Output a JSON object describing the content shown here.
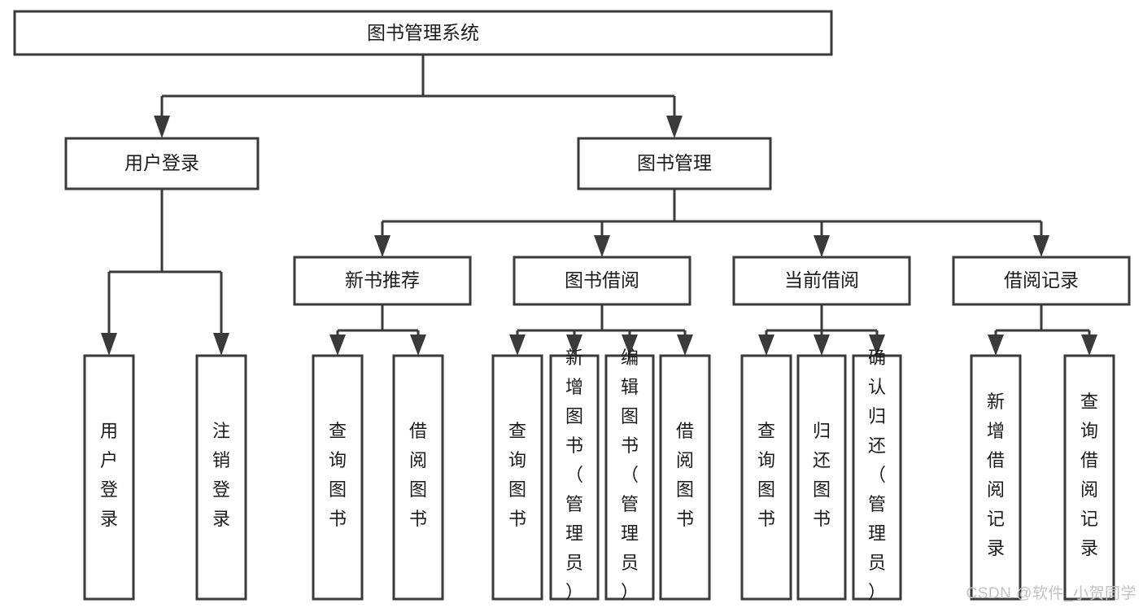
{
  "diagram": {
    "type": "tree",
    "title": "图书管理系统",
    "watermark": "CSDN @软件_小贺同学",
    "nodes": {
      "root": {
        "label": "图书管理系统",
        "level": 0
      },
      "n_user_login": {
        "label": "用户登录",
        "level": 1
      },
      "n_book_mgmt": {
        "label": "图书管理",
        "level": 1
      },
      "n_new_book_rec": {
        "label": "新书推荐",
        "level": 2
      },
      "n_book_borrow": {
        "label": "图书借阅",
        "level": 2
      },
      "n_current_borrow": {
        "label": "当前借阅",
        "level": 2
      },
      "n_borrow_record": {
        "label": "借阅记录",
        "level": 2
      },
      "l_user_login": {
        "label": "用户登录",
        "level": 3
      },
      "l_logout": {
        "label": "注销登录",
        "level": 3
      },
      "l_query_book_1": {
        "label": "查询图书",
        "level": 3
      },
      "l_borrow_book_1": {
        "label": "借阅图书",
        "level": 3
      },
      "l_query_book_2": {
        "label": "查询图书",
        "level": 3
      },
      "l_add_book": {
        "label": "新增图书（管理员）",
        "level": 3
      },
      "l_edit_book": {
        "label": "编辑图书（管理员）",
        "level": 3
      },
      "l_borrow_book_2": {
        "label": "借阅图书",
        "level": 3
      },
      "l_query_book_3": {
        "label": "查询图书",
        "level": 3
      },
      "l_return_book": {
        "label": "归还图书",
        "level": 3
      },
      "l_confirm_return": {
        "label": "确认归还（管理员）",
        "level": 3
      },
      "l_add_record": {
        "label": "新增借阅记录",
        "level": 3
      },
      "l_query_record": {
        "label": "查询借阅记录",
        "level": 3
      }
    },
    "edges": [
      {
        "from": "root",
        "to": "n_user_login"
      },
      {
        "from": "root",
        "to": "n_book_mgmt"
      },
      {
        "from": "n_user_login",
        "to": "l_user_login"
      },
      {
        "from": "n_user_login",
        "to": "l_logout"
      },
      {
        "from": "n_book_mgmt",
        "to": "n_new_book_rec"
      },
      {
        "from": "n_book_mgmt",
        "to": "n_book_borrow"
      },
      {
        "from": "n_book_mgmt",
        "to": "n_current_borrow"
      },
      {
        "from": "n_book_mgmt",
        "to": "n_borrow_record"
      },
      {
        "from": "n_new_book_rec",
        "to": "l_query_book_1"
      },
      {
        "from": "n_new_book_rec",
        "to": "l_borrow_book_1"
      },
      {
        "from": "n_book_borrow",
        "to": "l_query_book_2"
      },
      {
        "from": "n_book_borrow",
        "to": "l_add_book"
      },
      {
        "from": "n_book_borrow",
        "to": "l_edit_book"
      },
      {
        "from": "n_book_borrow",
        "to": "l_borrow_book_2"
      },
      {
        "from": "n_current_borrow",
        "to": "l_query_book_3"
      },
      {
        "from": "n_current_borrow",
        "to": "l_return_book"
      },
      {
        "from": "n_current_borrow",
        "to": "l_confirm_return"
      },
      {
        "from": "n_borrow_record",
        "to": "l_add_record"
      },
      {
        "from": "n_borrow_record",
        "to": "l_query_record"
      }
    ],
    "colors": {
      "box_stroke": "#3a3a3a",
      "box_fill": "#ffffff",
      "connector": "#3a3a3a",
      "text": "#1b1b1b",
      "watermark": "#c2c2c2",
      "background": "#ffffff"
    }
  }
}
